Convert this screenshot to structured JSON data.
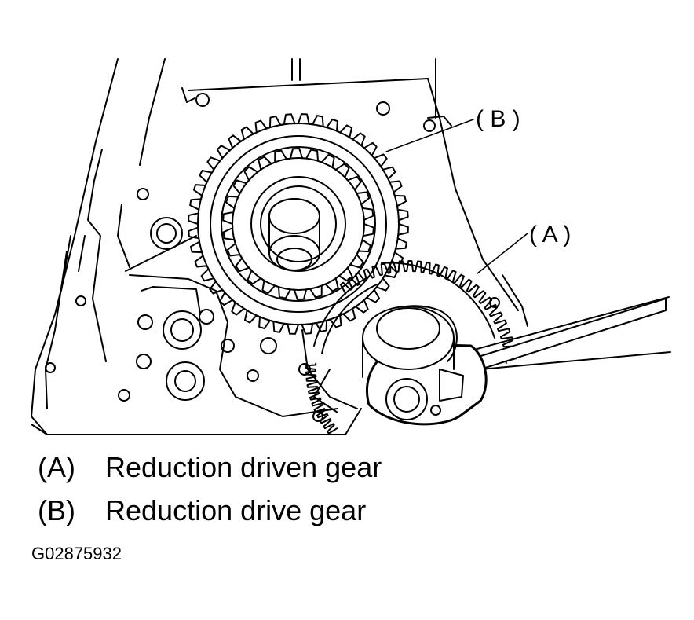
{
  "callouts": {
    "b": "( B )",
    "a": "( A )"
  },
  "legend": [
    {
      "key": "(A)",
      "text": "Reduction driven gear"
    },
    {
      "key": "(B)",
      "text": "Reduction drive gear"
    }
  ],
  "figure_code": "G02875932",
  "colors": {
    "ink": "#000000",
    "paper": "#ffffff"
  }
}
